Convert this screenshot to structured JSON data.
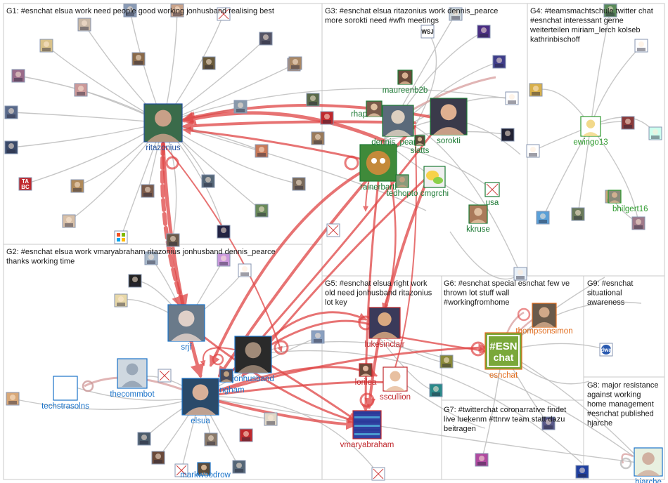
{
  "groups": [
    {
      "id": "G1",
      "title_lines": [
        "G1: #esnchat elsua work need people good working jonhusband realising best"
      ]
    },
    {
      "id": "G2",
      "title_lines": [
        "G2: #esnchat elsua work vmaryabraham ritazonius jonhusband dennis_pearce",
        "thanks working time"
      ]
    },
    {
      "id": "G3",
      "title_lines": [
        "G3: #esnchat elsua ritazonius work dennis_pearce",
        "more sorokti need #wfh meetings"
      ]
    },
    {
      "id": "G4",
      "title_lines": [
        "G4: #teamsmachtschule twitter chat",
        "#esnchat interessant gerne",
        "weiterteilen miriam_lerch kolseb",
        "kathrinbischoff"
      ]
    },
    {
      "id": "G5",
      "title_lines": [
        "G5: #esnchat elsua right work",
        "old need jonhusband ritazonius",
        "lot key"
      ]
    },
    {
      "id": "G6",
      "title_lines": [
        "G6: #esnchat special esnchat few ve",
        "thrown lot stuff wall",
        "#workingfromhome"
      ]
    },
    {
      "id": "G7",
      "title_lines": [
        "G7: #twitterchat coronarrative findet",
        "live luekenm #ttnrw team statt dazu",
        "beitragen"
      ]
    },
    {
      "id": "G8",
      "title_lines": [
        "G8: major resistance",
        "against working",
        "home management",
        "#esnchat published",
        "hjarche"
      ]
    },
    {
      "id": "G9",
      "title_lines": [
        "G9: #esnchat",
        "situational",
        "awareness"
      ]
    }
  ],
  "labeled_nodes": [
    {
      "id": "ritazonius",
      "label": "ritazonius",
      "color": "#1f4e9c"
    },
    {
      "id": "maureenb2b",
      "label": "maureenb2b",
      "color": "#1d7a35"
    },
    {
      "id": "rhap",
      "label": "rhap",
      "color": "#1d7a35"
    },
    {
      "id": "dennis_pearce",
      "label": "dennis_pearce",
      "color": "#1d7a35"
    },
    {
      "id": "sorokti",
      "label": "sorokti",
      "color": "#1d7a35"
    },
    {
      "id": "slatts",
      "label": "slatts",
      "color": "#1d7a35"
    },
    {
      "id": "rainerbartl",
      "label": "rainerbartl",
      "color": "#1d7a35"
    },
    {
      "id": "tedhopto",
      "label": "tedhopto",
      "color": "#1d7a35"
    },
    {
      "id": "cmgrchi",
      "label": "cmgrchi",
      "color": "#1d7a35"
    },
    {
      "id": "usa",
      "label": "usa",
      "color": "#1d7a35"
    },
    {
      "id": "kkruse",
      "label": "kkruse",
      "color": "#1d7a35"
    },
    {
      "id": "ewingo13",
      "label": "ewingo13",
      "color": "#2e9a2e"
    },
    {
      "id": "bhilgert16",
      "label": "bhilgert16",
      "color": "#2e9a2e"
    },
    {
      "id": "srjf",
      "label": "srjf",
      "color": "#1a73c9"
    },
    {
      "id": "jonhusband",
      "label": "jonhusband",
      "color": "#1a73c9"
    },
    {
      "id": "ngham",
      "label": "ngham",
      "color": "#1a73c9"
    },
    {
      "id": "thecommbot",
      "label": "thecommbot",
      "color": "#1a73c9"
    },
    {
      "id": "techstrasolns",
      "label": "techstrasolns",
      "color": "#1a73c9"
    },
    {
      "id": "elsua",
      "label": "elsua",
      "color": "#1a73c9"
    },
    {
      "id": "markwoodrow",
      "label": "markwoodrow",
      "color": "#1a73c9"
    },
    {
      "id": "lukesinclair",
      "label": "lukesinclair",
      "color": "#c0282d"
    },
    {
      "id": "lorilea",
      "label": "lorilea",
      "color": "#c0282d"
    },
    {
      "id": "sscullion",
      "label": "sscullion",
      "color": "#c0282d"
    },
    {
      "id": "vmaryabraham",
      "label": "vmaryabraham",
      "color": "#c0282d"
    },
    {
      "id": "thompsonsimon",
      "label": "thompsonsimon",
      "color": "#e06a1a"
    },
    {
      "id": "esnchat",
      "label": "esnchat",
      "color": "#e06a1a"
    },
    {
      "id": "hjarche",
      "label": "hjarche",
      "color": "#1a73c9"
    }
  ],
  "small_nodes": [
    "n01",
    "n02",
    "n03",
    "n04",
    "n05",
    "n06",
    "n07",
    "n08",
    "n09",
    "n10",
    "n11",
    "n12",
    "n13",
    "n14",
    "n15",
    "n16",
    "n17",
    "n18",
    "n19",
    "n20",
    "n21",
    "n22",
    "n23",
    "n24",
    "n25",
    "n26",
    "n27",
    "n28",
    "n29",
    "n30",
    "n31",
    "n32",
    "n33",
    "n34",
    "n35",
    "n36",
    "n37",
    "n38",
    "n39",
    "n40",
    "n41",
    "n42",
    "n43",
    "n44",
    "n45",
    "n46",
    "n47",
    "n48",
    "n49",
    "n50",
    "n51",
    "n52",
    "n53",
    "n54",
    "n55",
    "n56",
    "n57",
    "n58",
    "n59",
    "n60",
    "n61",
    "n62",
    "n63",
    "n64",
    "n65",
    "n66",
    "n67",
    "n68",
    "n69",
    "n70"
  ],
  "logo_texts": {
    "esnchat_logo": "#ESN\nchat",
    "wsj": "WSJ",
    "taboo": "TA\nBC",
    "dwa": "dwa"
  },
  "colors": {
    "edge_red": "#e04545",
    "edge_grey": "#bdbdbd",
    "edge_pink": "#d9a3a3",
    "box_border": "#c8c8c8",
    "esnchat_green": "#7aa83a"
  }
}
